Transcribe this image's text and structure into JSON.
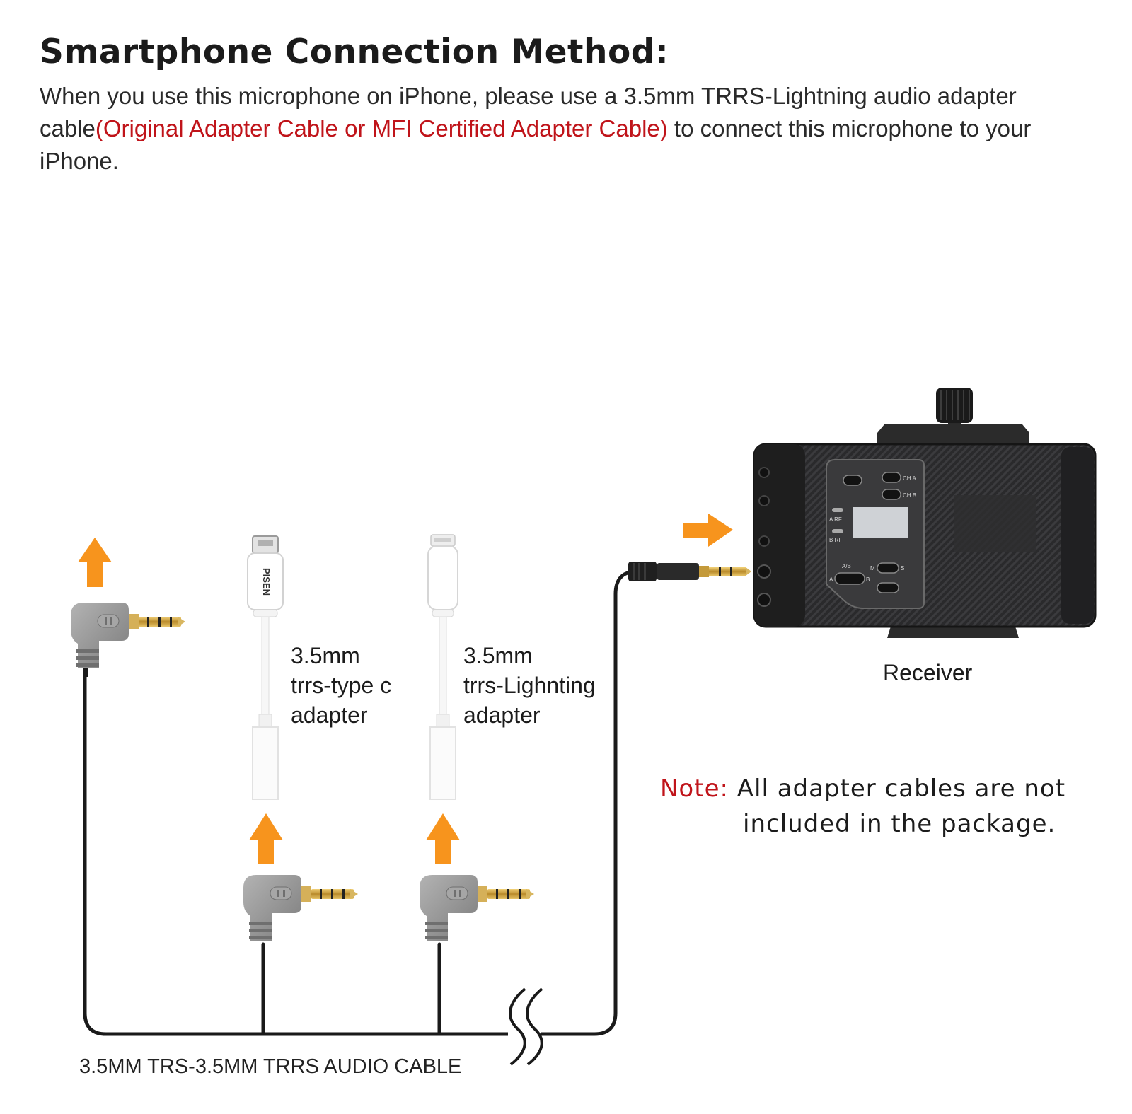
{
  "header": {
    "title": "Smartphone Connection Method:",
    "intro_prefix": "When you use this microphone on iPhone, please use a 3.5mm TRRS-Lightning audio adapter cable",
    "intro_highlight": "(Original Adapter Cable or MFI Certified Adapter Cable)",
    "intro_suffix": " to connect this microphone to your iPhone."
  },
  "adapters": {
    "typec": {
      "line1": "3.5mm",
      "line2": "trrs-type c",
      "line3": "adapter",
      "brand": "PISEN"
    },
    "lightning": {
      "line1": "3.5mm",
      "line2": "trrs-Lighnting",
      "line3": "adapter"
    }
  },
  "receiver": {
    "label": "Receiver",
    "panel": {
      "ch_a": "CH A",
      "ch_b": "CH B",
      "a_rf": "A RF",
      "b_rf": "B RF",
      "ab": "A/B",
      "a": "A",
      "b": "B",
      "m": "M",
      "s": "S"
    }
  },
  "note": {
    "prefix": "Note:",
    "line1": "All adapter cables are not",
    "line2": "included in the package."
  },
  "cable": {
    "label": "3.5MM TRS-3.5MM TRRS AUDIO CABLE"
  },
  "colors": {
    "arrow": "#f7941d",
    "highlight": "#c0141a",
    "cable": "#1a1a1a",
    "plug_body": "#8f8f8f"
  }
}
